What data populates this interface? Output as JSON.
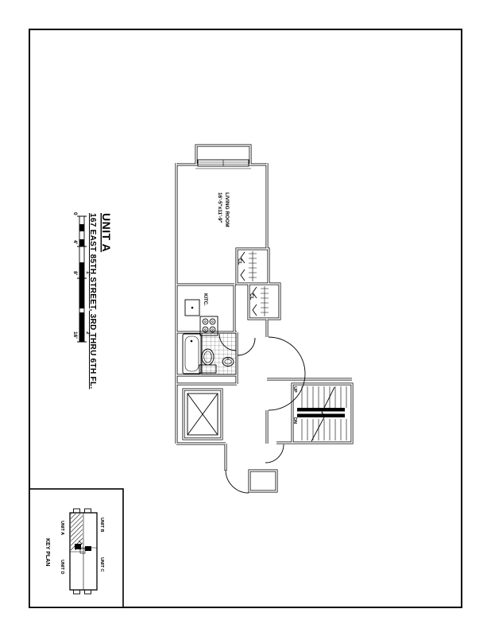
{
  "sheet": {
    "title": {
      "unit": "UNIT A",
      "address": "167 EAST 85TH STREET, 3RD THRU 6TH FL."
    },
    "scale_bar": {
      "tick_0": "0",
      "tick_4": "4'",
      "tick_8": "8'",
      "tick_16": "16'",
      "inch_1": "1\"",
      "inch_2": "2\""
    },
    "plan": {
      "living_room": {
        "name": "LIVING ROOM",
        "dims": "16'-5\"x11'-9\""
      },
      "kitchen_label": "KITC.",
      "closet_label_1": "CL",
      "closet_label_2": "CL",
      "stair_up": "UP",
      "stair_dn": "DN"
    },
    "key_plan": {
      "title": "KEY PLAN",
      "unit_a": "UNIT A",
      "unit_b": "UNIT B",
      "unit_c": "UNIT C",
      "unit_d": "UNIT D"
    },
    "colors": {
      "ink": "#000000",
      "paper": "#ffffff"
    }
  }
}
